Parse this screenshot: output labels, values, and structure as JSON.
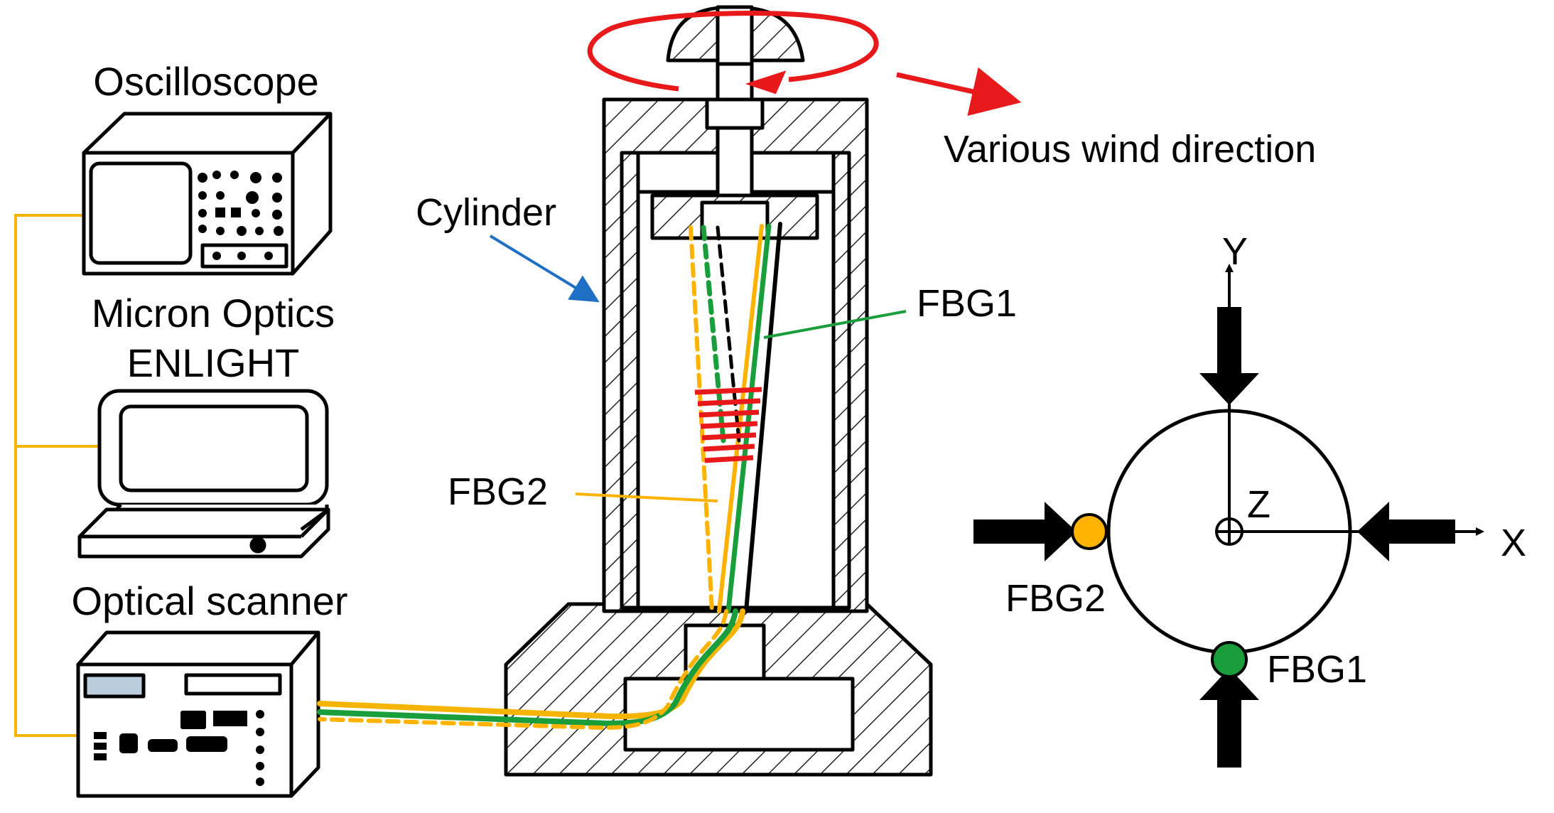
{
  "labels": {
    "oscilloscope": "Oscilloscope",
    "interrogator_line1": "Micron Optics",
    "interrogator_line2": "ENLIGHT",
    "optical_scanner": "Optical scanner",
    "cylinder": "Cylinder",
    "wind_direction": "Various wind direction",
    "fbg1_cylinder": "FBG1",
    "fbg2_cylinder": "FBG2",
    "fbg1_section": "FBG1",
    "fbg2_section": "FBG2",
    "axis_x": "X",
    "axis_y": "Y",
    "axis_z": "Z"
  },
  "colors": {
    "fbg1": "#1a9e3c",
    "fbg2": "#ffb300",
    "cable": "#f5b400",
    "wind_arrow": "#e8191b",
    "cylinder_pointer": "#1f6fc5",
    "force_arrow": "#000000"
  },
  "icons": {
    "oscilloscope": "oscilloscope-icon",
    "computer": "computer-icon",
    "scanner": "optical-scanner-icon"
  }
}
